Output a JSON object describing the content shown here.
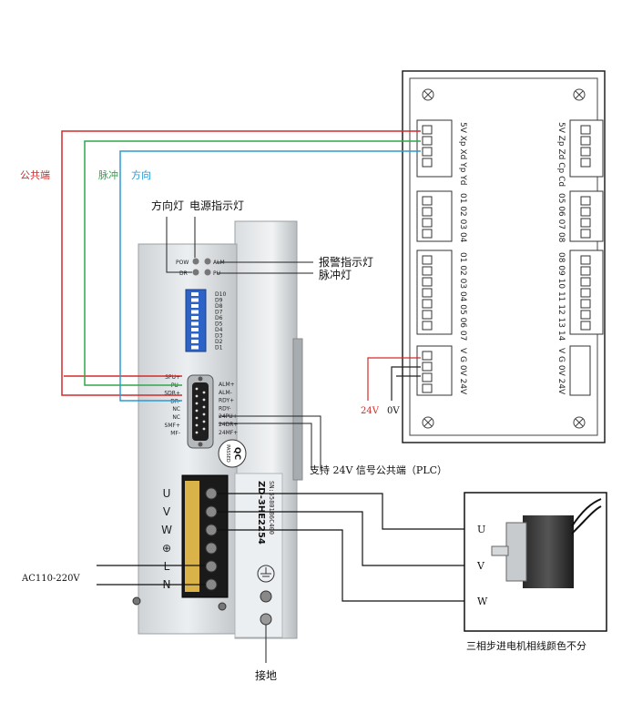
{
  "labels": {
    "common_terminal": "公共端",
    "pulse": "脉冲",
    "direction": "方向",
    "direction_lamp": "方向灯",
    "power_lamp": "电源指示灯",
    "alarm_lamp": "报警指示灯",
    "pulse_lamp": "脉冲灯",
    "plc_note": "支持 24V 信号公共端（PLC）",
    "ac_input": "AC110-220V",
    "ground": "接地",
    "motor_note": "三相步进电机相线颜色不分",
    "v24": "24V",
    "v0": "0V",
    "motor_u": "U",
    "motor_v": "V",
    "motor_w": "W"
  },
  "driver": {
    "model": "ZD-3HE2254",
    "serial": "SN:5580186C400",
    "qc": "QC",
    "passed": "PASSED",
    "led_pow": "POW",
    "led_dr": "DR",
    "led_alm": "ALM",
    "led_pu": "PU",
    "dip_labels": [
      "D10",
      "D9",
      "D8",
      "D7",
      "D6",
      "D5",
      "D4",
      "D3",
      "D2",
      "D1"
    ],
    "left_pins": [
      "SPU+",
      "PU-",
      "SDR+",
      "DR-",
      "NC",
      "NC",
      "SMF+",
      "MF-"
    ],
    "right_pins": [
      "ALM+",
      "ALM-",
      "RDY+",
      "RDY-",
      "24PU+",
      "24DR+",
      "24MF+"
    ],
    "terminal_letters": [
      "U",
      "V",
      "W",
      "⊕",
      "L",
      "N"
    ]
  },
  "board": {
    "col1": [
      "5V Xp Xd Yp Yd",
      "01 02 03 04",
      "01 02 03 04 05 06 07",
      "V  G  0V 24V"
    ],
    "col2": [
      "5V Zp Zd Cp Cd",
      "05 06 07 08",
      "08 09 10 11 12 13 14",
      "V  G  0V 24V"
    ]
  },
  "colors": {
    "common_wire": "#d42a2a",
    "pulse_wire": "#2ea84a",
    "direction_wire": "#2a9bd6",
    "power_wire": "#d42a2a"
  }
}
